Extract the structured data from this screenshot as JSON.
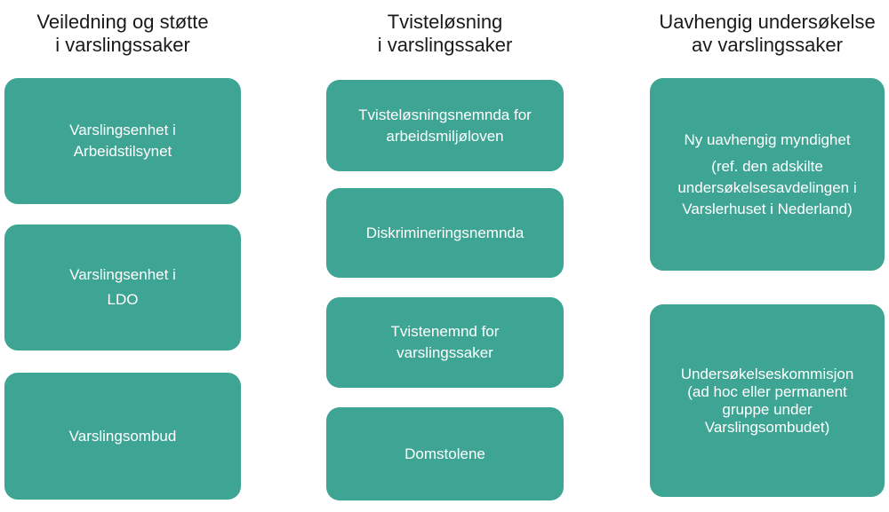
{
  "colors": {
    "box_fill": "#3EA493",
    "box_text": "#FFFFFF",
    "header_text": "#1A1A1A",
    "background": "#FFFFFF"
  },
  "columns": [
    {
      "header_line1": "Veiledning og støtte",
      "header_line2": "i varslingssaker",
      "boxes": [
        {
          "lines": [
            "Varslingsenhet i",
            "Arbeidstilsynet"
          ]
        },
        {
          "lines": [
            "Varslingsenhet i",
            "LDO"
          ]
        },
        {
          "lines": [
            "Varslingsombud"
          ]
        }
      ]
    },
    {
      "header_line1": "Tvisteløsning",
      "header_line2": "i varslingssaker",
      "boxes": [
        {
          "lines": [
            "Tvisteløsningsnemnda for",
            "arbeidsmiljøloven"
          ]
        },
        {
          "lines": [
            "Diskrimineringsnemnda"
          ]
        },
        {
          "lines": [
            "Tvistenemnd for",
            "varslingssaker"
          ]
        },
        {
          "lines": [
            "Domstolene"
          ]
        }
      ]
    },
    {
      "header_line1": "Uavhengig undersøkelse",
      "header_line2": "av varslingssaker",
      "boxes": [
        {
          "lines": [
            "Ny uavhengig myndighet",
            "(ref. den adskilte",
            "undersøkelsesavdelingen i",
            "Varslerhuset i Nederland)"
          ]
        },
        {
          "lines": [
            "Undersøkelseskommisjon",
            "(ad hoc eller permanent",
            "gruppe under",
            "Varslingsombudet)"
          ]
        }
      ]
    }
  ]
}
